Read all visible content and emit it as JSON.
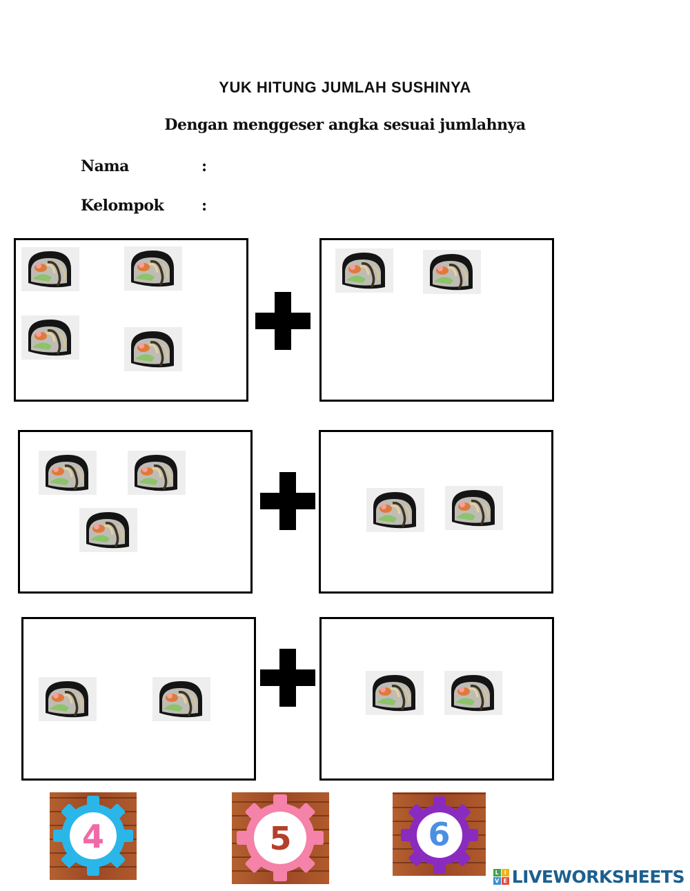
{
  "title": "YUK HITUNG JUMLAH SUSHINYA",
  "subtitle": "Dengan menggeser  angka sesuai jumlahnya",
  "fields": {
    "name_label": "Nama",
    "group_label": "Kelompok",
    "colon": ":"
  },
  "problems": [
    {
      "left_count": 4,
      "right_count": 2
    },
    {
      "left_count": 3,
      "right_count": 2
    },
    {
      "left_count": 2,
      "right_count": 2
    }
  ],
  "answer_tiles": [
    {
      "label": "4",
      "gear_color": "#2ab6e8",
      "number_color": "#f06aa8"
    },
    {
      "label": "5",
      "gear_color": "#f582a8",
      "number_color": "#b3402a"
    },
    {
      "label": "6",
      "gear_color": "#8a2bbf",
      "number_color": "#4a90e2"
    }
  ],
  "brand": {
    "name": "LIVEWORKSHEETS",
    "badge_letters": [
      "L",
      "I",
      "V",
      "E"
    ],
    "colors": {
      "text": "#1d5f8e",
      "badge": [
        "#3fa34d",
        "#f2b01e",
        "#3f8fd2",
        "#e64c3c"
      ]
    }
  }
}
